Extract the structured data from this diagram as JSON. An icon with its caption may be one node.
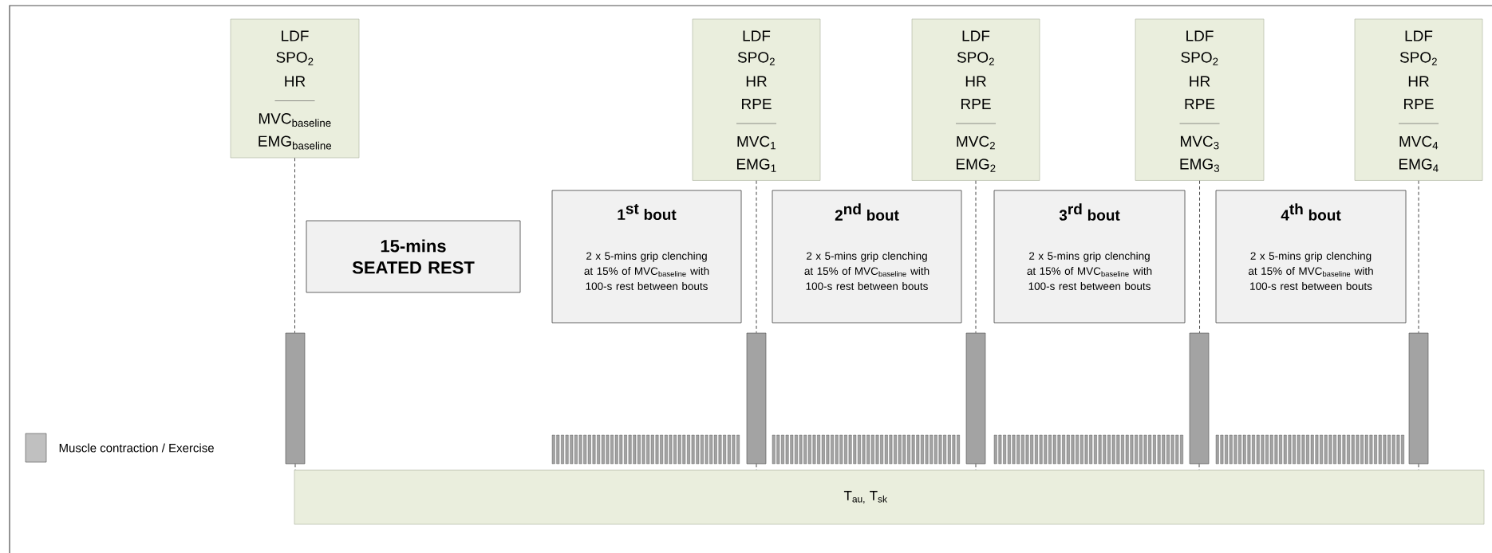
{
  "diagram": {
    "nodes": [
      {
        "text": [
          "LDF",
          "SPO$_{2}$",
          "HR",
          "MVC$_{baseline}$",
          "EMG$_{baseline}$"
        ]
      },
      {
        "text": [
          "LDF",
          "SPO$_{2}$",
          "HR",
          "RPE",
          "MVC$_{1}$",
          "EMG$_{1}$"
        ]
      },
      {
        "text": [
          "LDF",
          "SPO$_{2}$",
          "HR",
          "RPE",
          "MVC$_{2}$",
          "EMG$_{2}$"
        ]
      },
      {
        "text": [
          "LDF",
          "SPO$_{2}$",
          "HR",
          "RPE",
          "MVC$_{3}$",
          "EMG$_{3}$"
        ]
      },
      {
        "text": [
          "LDF",
          "SPO$_{2}$",
          "HR",
          "RPE",
          "MVC$_{4}$",
          "EMG$_{4}$"
        ]
      },
      {
        "text": [
          "15-mins SEATED REST"
        ]
      },
      {
        "text": [
          "\\textbf{1}^{\\textbf{st}}\\textbf{ bout}",
          "2 x 5-mins grip clenching at 15% of MVC$_{baseline}$ with 100-s rest between bouts"
        ]
      },
      {
        "text": [
          "\\textbf{2}^{\\textbf{nd}}\\textbf{ bout}",
          "2 x 5-mins grip clenching at 15% of MVC$_{baseline}$ with 100-s rest between bouts"
        ]
      },
      {
        "text": [
          "\\textbf{3}^{\\textbf{rd}}\\textbf{ bout}",
          "2 x 5-mins grip clenching at 15% of MVC$_{baseline}$ with 100-s rest between bouts"
        ]
      },
      {
        "text": [
          "\\textbf{4}^{\\textbf{th}}\\textbf{ bout}",
          "2 x 5-mins grip clenching at 15% of MVC$_{baseline}$ with 100-s rest between bouts"
        ]
      },
      {
        "text": [],
        "shape": "bar"
      },
      {
        "text": [],
        "shape": "bar"
      },
      {
        "text": [],
        "shape": "bar"
      },
      {
        "text": [],
        "shape": "bar"
      },
      {
        "text": [],
        "shape": "bar"
      },
      {
        "text": [
          "T$_{au,}$ T$_{sk}$"
        ]
      }
    ],
    "edges": [
      {
        "from": 0,
        "to": 10,
        "arrow": "none",
        "style": "dashed"
      },
      {
        "from": 1,
        "to": 11,
        "arrow": "none",
        "style": "dashed"
      },
      {
        "from": 2,
        "to": 12,
        "arrow": "none",
        "style": "dashed"
      },
      {
        "from": 3,
        "to": 13,
        "arrow": "none",
        "style": "dashed"
      },
      {
        "from": 4,
        "to": 14,
        "arrow": "none",
        "style": "dashed"
      },
      {
        "from": 10,
        "to": 15,
        "arrow": "none",
        "style": "dashed"
      },
      {
        "from": 11,
        "to": 15,
        "arrow": "none",
        "style": "dashed"
      },
      {
        "from": 12,
        "to": 15,
        "arrow": "none",
        "style": "dashed"
      },
      {
        "from": 13,
        "to": 15,
        "arrow": "none",
        "style": "dashed"
      },
      {
        "from": 14,
        "to": 15,
        "arrow": "none",
        "style": "dashed"
      }
    ],
    "legend": [
      {
        "text": "Muscle contraction / Exercise",
        "color": "#c0c0c0"
      }
    ]
  }
}
